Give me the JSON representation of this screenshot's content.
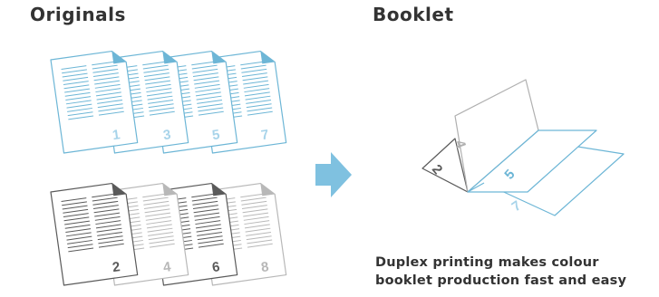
{
  "headings": {
    "originals": "Originals",
    "booklet": "Booklet"
  },
  "originals": {
    "top_row": [
      "1",
      "3",
      "5",
      "7"
    ],
    "bottom_row": [
      "2",
      "4",
      "6",
      "8"
    ]
  },
  "booklet": {
    "page_numbers": [
      "4",
      "2",
      "5",
      "7"
    ]
  },
  "caption": {
    "line1": "Duplex printing makes colour",
    "line2": "booklet production fast and easy"
  },
  "colors": {
    "blue": "#6db6d6",
    "blue_text": "#a8d4ea",
    "dark": "#5a5a5a",
    "light_gray": "#b8b8b8",
    "arrow": "#7fc1e0",
    "text": "#333333"
  }
}
